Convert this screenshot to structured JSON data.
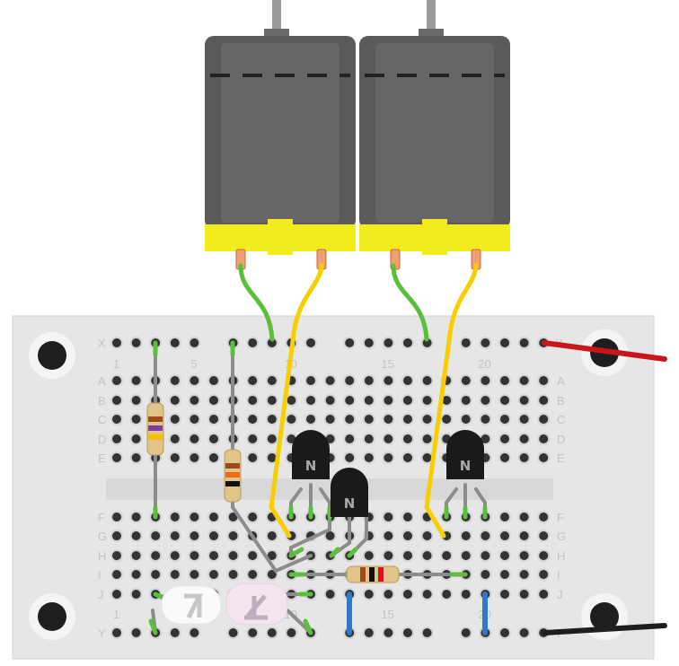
{
  "breadboard": {
    "row_labels_top": [
      "A",
      "B",
      "C",
      "D",
      "E"
    ],
    "row_labels_bottom": [
      "F",
      "G",
      "H",
      "I",
      "J"
    ],
    "rail_top_label": "X",
    "rail_bottom_label": "Y",
    "column_numbers": [
      "1",
      "5",
      "10",
      "15",
      "20"
    ]
  },
  "components": {
    "motors": [
      "motor-1",
      "motor-2"
    ],
    "transistors": [
      {
        "label": "N"
      },
      {
        "label": "N"
      },
      {
        "label": "N"
      }
    ],
    "resistors": [
      {
        "bands": [
          "#9a4a1c",
          "#7b3fa0",
          "#f2c200"
        ]
      },
      {
        "bands": [
          "#9a4a1c",
          "#f06a1c",
          "#111111"
        ]
      },
      {
        "bands": [
          "#9a4a1c",
          "#111111",
          "#d01818"
        ]
      }
    ]
  },
  "colors": {
    "board": "#e6e6e6",
    "hole": "#3a3a3a",
    "wire_green": "#5cbf3c",
    "wire_yellow": "#f7cf00",
    "wire_red": "#c8161b",
    "wire_blue": "#2f7ac6",
    "wire_gray": "#8c8c8c",
    "motor_body": "#5a5a5a",
    "motor_band": "#f2ec1c"
  }
}
